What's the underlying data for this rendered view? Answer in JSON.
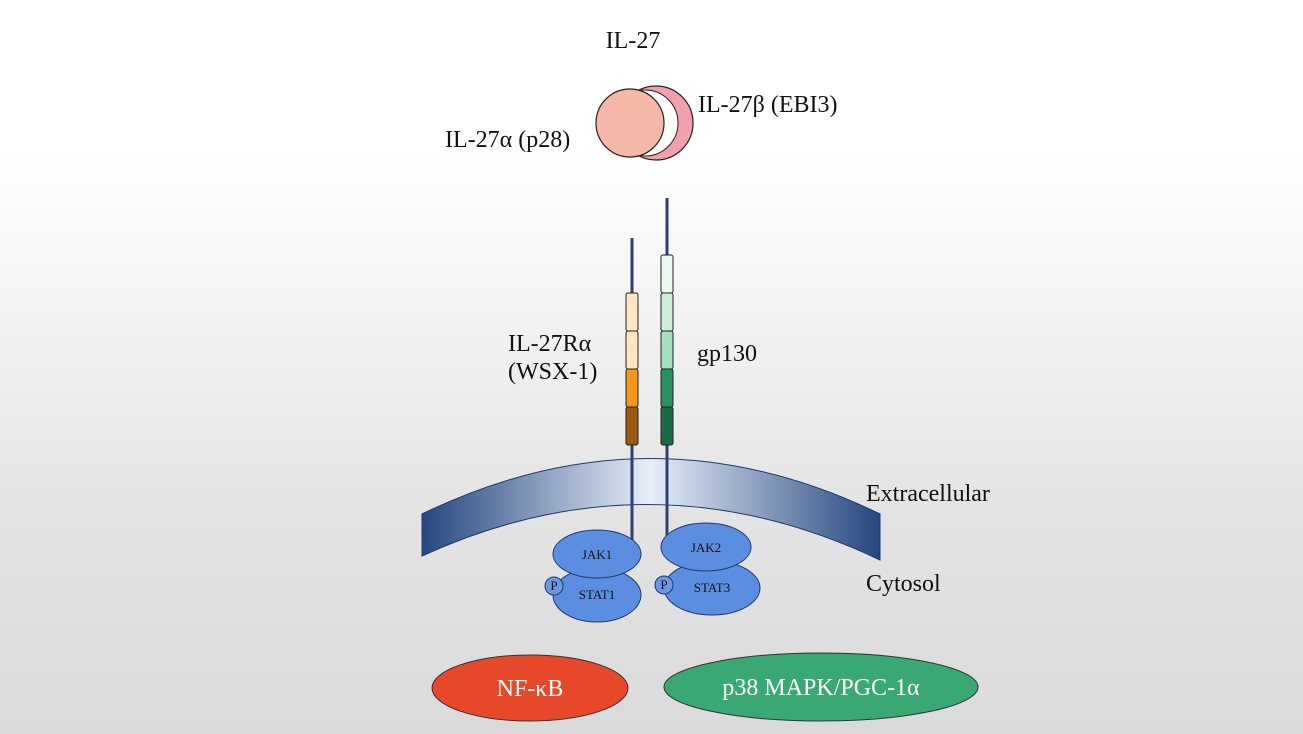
{
  "labels": {
    "il27": "IL-27",
    "il27_alpha": "IL-27α (p28)",
    "il27_beta": "IL-27β (EBI3)",
    "il27r_line1": "IL-27Rα",
    "il27r_line2": "(WSX-1)",
    "gp130": "gp130",
    "extracellular": "Extracellular",
    "cytosol": "Cytosol",
    "jak1": "JAK1",
    "jak2": "JAK2",
    "stat1": "STAT1",
    "stat3": "STAT3",
    "phospho": "P",
    "nfkb": "NF-κB",
    "p38": "p38 MAPK/PGC-1α"
  },
  "colors": {
    "p28": "#f5b8a8",
    "ebi3": "#f2a0ac",
    "receptor_line": "#2f3f73",
    "wsx1_segments": [
      "#fde5c3",
      "#fde5c3",
      "#f5961c",
      "#9a5a10"
    ],
    "gp130_segments": [
      "#e9f9ef",
      "#cdeedb",
      "#a5dfbd",
      "#2a9160",
      "#1d6b46"
    ],
    "membrane_edge": "#26477f",
    "membrane_center": "#e6eef8",
    "jak_stat": "#5b8ee0",
    "nfkb": "#e8482a",
    "p38": "#3aa873"
  }
}
